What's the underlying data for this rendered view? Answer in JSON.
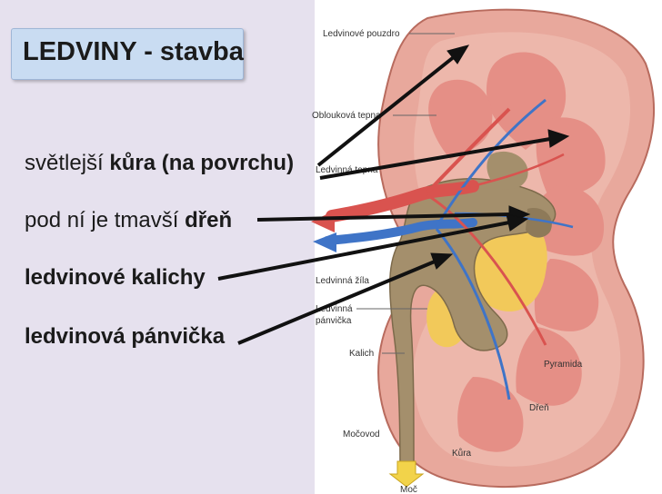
{
  "title": "LEDVINY - stavba",
  "lines": [
    {
      "a": "světlejší ",
      "b": "kůra (na povrchu)",
      "c": ""
    },
    {
      "a": "pod ní je tmavší ",
      "b": "dřeň",
      "c": ""
    },
    {
      "a": "ledvinové kalichy"
    },
    {
      "a": "ledvinová pánvička"
    }
  ],
  "labels": {
    "capsule": "Ledvinové pouzdro",
    "arcuate_artery": "Oblouková tepna",
    "renal_artery": "Ledvinná tepna",
    "renal_vein": "Ledvinná žíla",
    "pelvis_1": "Ledvinná",
    "pelvis_2": "pánvička",
    "calyx": "Kalich",
    "ureter": "Močovod",
    "pyramid": "Pyramida",
    "medulla": "Dřeň",
    "cortex": "Kůra",
    "urine": "Moč"
  },
  "colors": {
    "left_bg": "#e6e1ee",
    "title_bg": "#c9dcf2",
    "cortex": "#e8a89c",
    "pyramid": "#e58f86",
    "pelvis": "#a48f6c",
    "fat": "#f2c95a",
    "artery": "#d9534f",
    "vein": "#3f74c7",
    "arrow": "#111111"
  }
}
